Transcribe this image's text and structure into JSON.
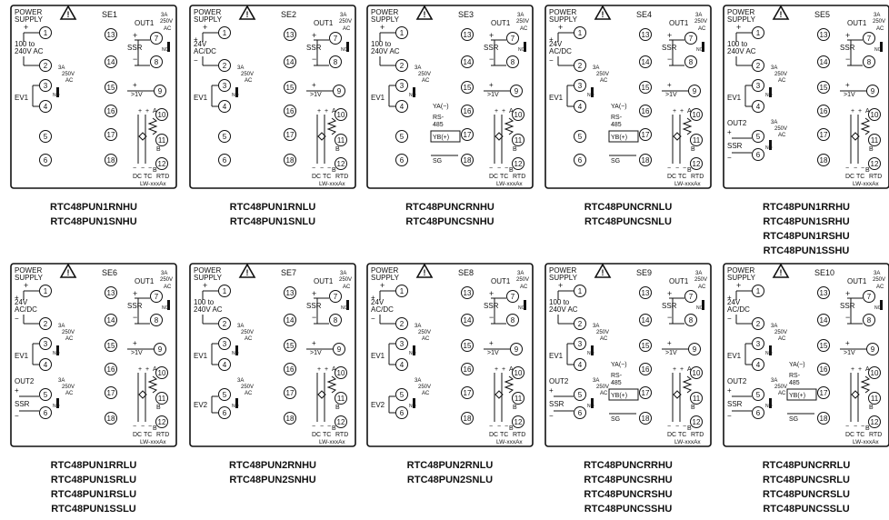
{
  "diagrams": [
    {
      "code": "SE1",
      "left_mid": [
        "100 to",
        "240V AC"
      ],
      "left_pm": false,
      "pin5": "plain",
      "pin6": "plain",
      "comm": false,
      "out2_caption": "",
      "ev_label": "EV1",
      "models": [
        "RTC48PUN1RNHU",
        "RTC48PUN1SNHU"
      ]
    },
    {
      "code": "SE2",
      "left_mid": [
        "24V",
        "AC/DC"
      ],
      "left_pm": true,
      "pin5": "plain",
      "pin6": "plain",
      "comm": false,
      "out2_caption": "",
      "ev_label": "EV1",
      "models": [
        "RTC48PUN1RNLU",
        "RTC48PUN1SNLU"
      ]
    },
    {
      "code": "SE3",
      "left_mid": [
        "100 to",
        "240V AC"
      ],
      "left_pm": false,
      "pin5": "plain",
      "pin6": "plain",
      "comm": true,
      "out2_caption": "",
      "ev_label": "EV1",
      "models": [
        "RTC48PUNCRNHU",
        "RTC48PUNCSNHU"
      ]
    },
    {
      "code": "SE4",
      "left_mid": [
        "24V",
        "AC/DC"
      ],
      "left_pm": true,
      "pin5": "plain",
      "pin6": "plain",
      "comm": true,
      "out2_caption": "",
      "ev_label": "EV1",
      "models": [
        "RTC48PUNCRNLU",
        "RTC48PUNCSNLU"
      ]
    },
    {
      "code": "SE5",
      "left_mid": [
        "100 to",
        "240V AC"
      ],
      "left_pm": false,
      "pin5": "relay",
      "pin6": "ssr",
      "comm": false,
      "out2_caption": "OUT2",
      "ev_label": "EV1",
      "models": [
        "RTC48PUN1RRHU",
        "RTC48PUN1SRHU",
        "RTC48PUN1RSHU",
        "RTC48PUN1SSHU"
      ]
    },
    {
      "code": "SE6",
      "left_mid": [
        "24V",
        "AC/DC"
      ],
      "left_pm": true,
      "pin5": "relay",
      "pin6": "ssr",
      "comm": false,
      "out2_caption": "OUT2",
      "ev_label": "EV1",
      "models": [
        "RTC48PUN1RRLU",
        "RTC48PUN1SRLU",
        "RTC48PUN1RSLU",
        "RTC48PUN1SSLU"
      ]
    },
    {
      "code": "SE7",
      "left_mid": [
        "100 to",
        "240V AC"
      ],
      "left_pm": false,
      "pin5": "relay",
      "pin6": "plainev",
      "comm": false,
      "out2_caption": "",
      "ev_label": "EV1",
      "ev2_label": "EV2",
      "models": [
        "RTC48PUN2RNHU",
        "RTC48PUN2SNHU"
      ]
    },
    {
      "code": "SE8",
      "left_mid": [
        "24V",
        "AC/DC"
      ],
      "left_pm": true,
      "pin5": "relay",
      "pin6": "plainev",
      "comm": false,
      "out2_caption": "",
      "ev_label": "EV1",
      "ev2_label": "EV2",
      "models": [
        "RTC48PUN2RNLU",
        "RTC48PUN2SNLU"
      ]
    },
    {
      "code": "SE9",
      "left_mid": [
        "100 to",
        "240V AC"
      ],
      "left_pm": false,
      "pin5": "relay",
      "pin6": "ssr",
      "comm": true,
      "out2_caption": "OUT2",
      "ev_label": "EV1",
      "models": [
        "RTC48PUNCRRHU",
        "RTC48PUNCSRHU",
        "RTC48PUNCRSHU",
        "RTC48PUNCSSHU"
      ]
    },
    {
      "code": "SE10",
      "left_mid": [
        "24V",
        "AC/DC"
      ],
      "left_pm": true,
      "pin5": "relay",
      "pin6": "ssr",
      "comm": true,
      "out2_caption": "OUT2",
      "ev_label": "EV1",
      "models": [
        "RTC48PUNCRRLU",
        "RTC48PUNCSRLU",
        "RTC48PUNCRSLU",
        "RTC48PUNCSSLU"
      ]
    }
  ],
  "common": {
    "power_label_1": "POWER",
    "power_label_2": "SUPPLY",
    "relay_rating_1": "3A",
    "relay_rating_2": "250V",
    "relay_rating_3": "AC",
    "out1_label": "OUT1",
    "ssr_label": "SSR",
    "no_label": "NO",
    "v_label": ">1V",
    "comm_ya": "YA(−)",
    "comm_rs": "RS-",
    "comm_485": "485",
    "comm_yb": "YB(+)",
    "comm_sg": "SG",
    "a_label": "A",
    "b_label": "B",
    "b2_label": "B",
    "dc_label": "DC",
    "tc_label": "TC",
    "rtd_label": "RTD",
    "lw_label": "LW-xxxAx",
    "plus": "+",
    "minus": "−"
  }
}
